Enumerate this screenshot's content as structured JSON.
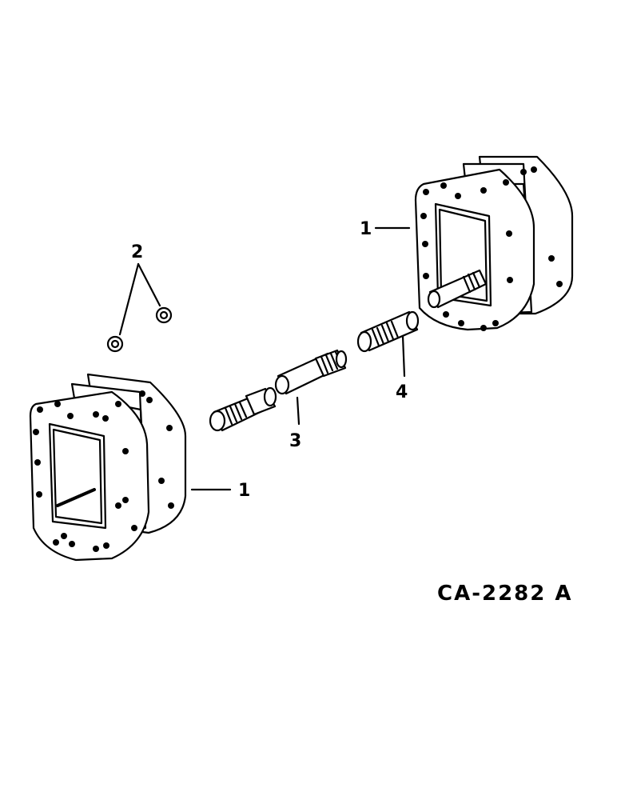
{
  "callouts": {
    "housing_right": "1",
    "housing_left": "1",
    "nuts": "2",
    "shaft_middle": "3",
    "shaft_right": "4"
  },
  "drawing_id": "CA-2282 A"
}
